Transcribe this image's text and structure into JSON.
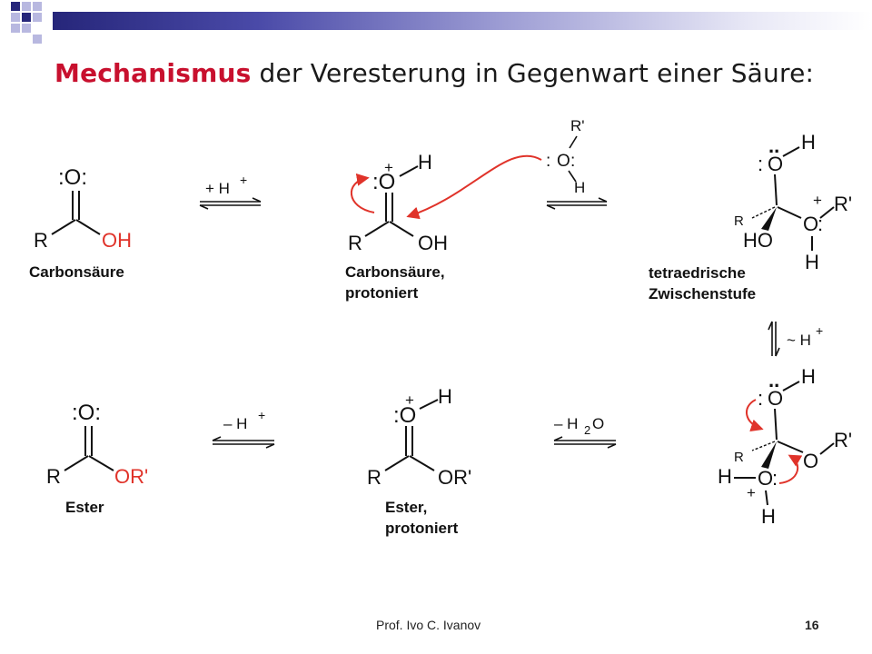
{
  "slide": {
    "title_accent": "Mechanismus",
    "title_rest": " der Veresterung in Gegenwart einer Säure:",
    "author": "Prof. Ivo C. Ivanov",
    "page_number": "16",
    "accent_color": "#c8102e",
    "header_bar_color": "#26267a"
  },
  "steps": {
    "add_h": "+ H",
    "sup_plus": "+",
    "minus_h_tilde": "~ H",
    "minus_h2o": "– H",
    "sub_2": "2",
    "o_letter": "O",
    "minus_h": "– H"
  },
  "structures": {
    "carboxylic_acid_label": "Carbonsäure",
    "protonated_acid_label_1": "Carbonsäure,",
    "protonated_acid_label_2": "protoniert",
    "tetrahedral_label_1": "tetraedrische",
    "tetrahedral_label_2": "Zwischenstufe",
    "ester_label": "Ester",
    "protonated_ester_label_1": "Ester,",
    "protonated_ester_label_2": "protoniert"
  },
  "atoms": {
    "o_lp": ":O:",
    "o_left_lp": ":O",
    "o": "O",
    "oh": "OH",
    "ho": "HO",
    "or_prime": "OR'",
    "r": "R",
    "r_prime": "R'",
    "h": "H",
    "plus": "+",
    "dots": "..",
    "colon": ":",
    "h_dash": "H–"
  }
}
